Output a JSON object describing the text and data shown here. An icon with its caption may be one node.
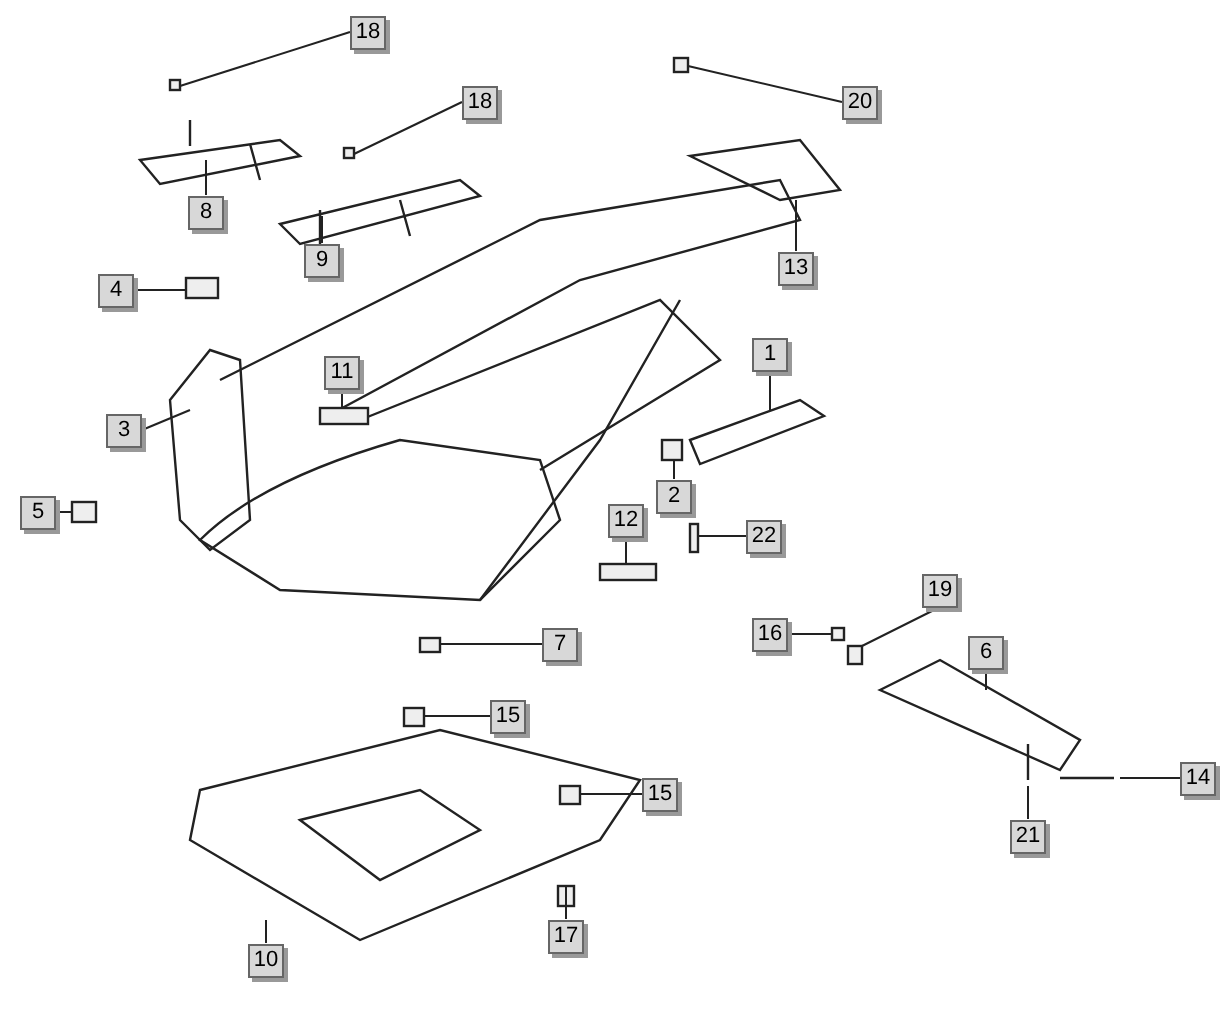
{
  "diagram": {
    "nodes": [
      {
        "text": [
          "18"
        ]
      },
      {
        "text": [
          "18"
        ]
      },
      {
        "text": [
          "20"
        ]
      },
      {
        "text": [
          "8"
        ]
      },
      {
        "text": [
          "9"
        ]
      },
      {
        "text": [
          "13"
        ]
      },
      {
        "text": [
          "4"
        ]
      },
      {
        "text": [
          "1"
        ]
      },
      {
        "text": [
          "11"
        ]
      },
      {
        "text": [
          "3"
        ]
      },
      {
        "text": [
          "2"
        ]
      },
      {
        "text": [
          "5"
        ]
      },
      {
        "text": [
          "12"
        ]
      },
      {
        "text": [
          "22"
        ]
      },
      {
        "text": [
          "19"
        ]
      },
      {
        "text": [
          "16"
        ]
      },
      {
        "text": [
          "7"
        ]
      },
      {
        "text": [
          "6"
        ]
      },
      {
        "text": [
          "15"
        ]
      },
      {
        "text": [
          "14"
        ]
      },
      {
        "text": [
          "15"
        ]
      },
      {
        "text": [
          "21"
        ]
      },
      {
        "text": [
          "17"
        ]
      },
      {
        "text": [
          "10"
        ]
      },
      {
        "text": [],
        "shape": "box"
      },
      {
        "text": [],
        "shape": "box"
      },
      {
        "text": [],
        "shape": "box"
      },
      {
        "text": [],
        "shape": "box"
      },
      {
        "text": [],
        "shape": "box"
      },
      {
        "text": [],
        "shape": "box"
      },
      {
        "text": [],
        "shape": "box"
      },
      {
        "text": [],
        "shape": "box"
      },
      {
        "text": [],
        "shape": "box"
      },
      {
        "text": [],
        "shape": "box"
      },
      {
        "text": [],
        "shape": "box"
      },
      {
        "text": [],
        "shape": "box"
      },
      {
        "text": [],
        "shape": "box"
      },
      {
        "text": [],
        "shape": "box"
      },
      {
        "text": [],
        "shape": "box"
      }
    ],
    "edges": [
      {
        "from": 0,
        "to": 24,
        "arrow": "none"
      },
      {
        "from": 1,
        "to": 25,
        "arrow": "none"
      },
      {
        "from": 2,
        "to": 26,
        "arrow": "none"
      },
      {
        "from": 3,
        "to": null,
        "arrow": "none"
      },
      {
        "from": 4,
        "to": null,
        "arrow": "none"
      },
      {
        "from": 5,
        "to": null,
        "arrow": "none"
      },
      {
        "from": 6,
        "to": 27,
        "arrow": "none"
      },
      {
        "from": 7,
        "to": null,
        "arrow": "none"
      },
      {
        "from": 8,
        "to": 28,
        "arrow": "none"
      },
      {
        "from": 9,
        "to": null,
        "arrow": "none"
      },
      {
        "from": 10,
        "to": 29,
        "arrow": "none"
      },
      {
        "from": 11,
        "to": 30,
        "arrow": "none"
      },
      {
        "from": 12,
        "to": 31,
        "arrow": "none"
      },
      {
        "from": 13,
        "to": 32,
        "arrow": "none"
      },
      {
        "from": 14,
        "to": 33,
        "arrow": "none"
      },
      {
        "from": 15,
        "to": 34,
        "arrow": "none"
      },
      {
        "from": 16,
        "to": 35,
        "arrow": "none"
      },
      {
        "from": 17,
        "to": null,
        "arrow": "none"
      },
      {
        "from": 18,
        "to": 36,
        "arrow": "none"
      },
      {
        "from": 19,
        "to": null,
        "arrow": "none"
      },
      {
        "from": 20,
        "to": 37,
        "arrow": "none"
      },
      {
        "from": 21,
        "to": null,
        "arrow": "none"
      },
      {
        "from": 22,
        "to": 38,
        "arrow": "none"
      },
      {
        "from": 23,
        "to": null,
        "arrow": "none"
      }
    ]
  }
}
